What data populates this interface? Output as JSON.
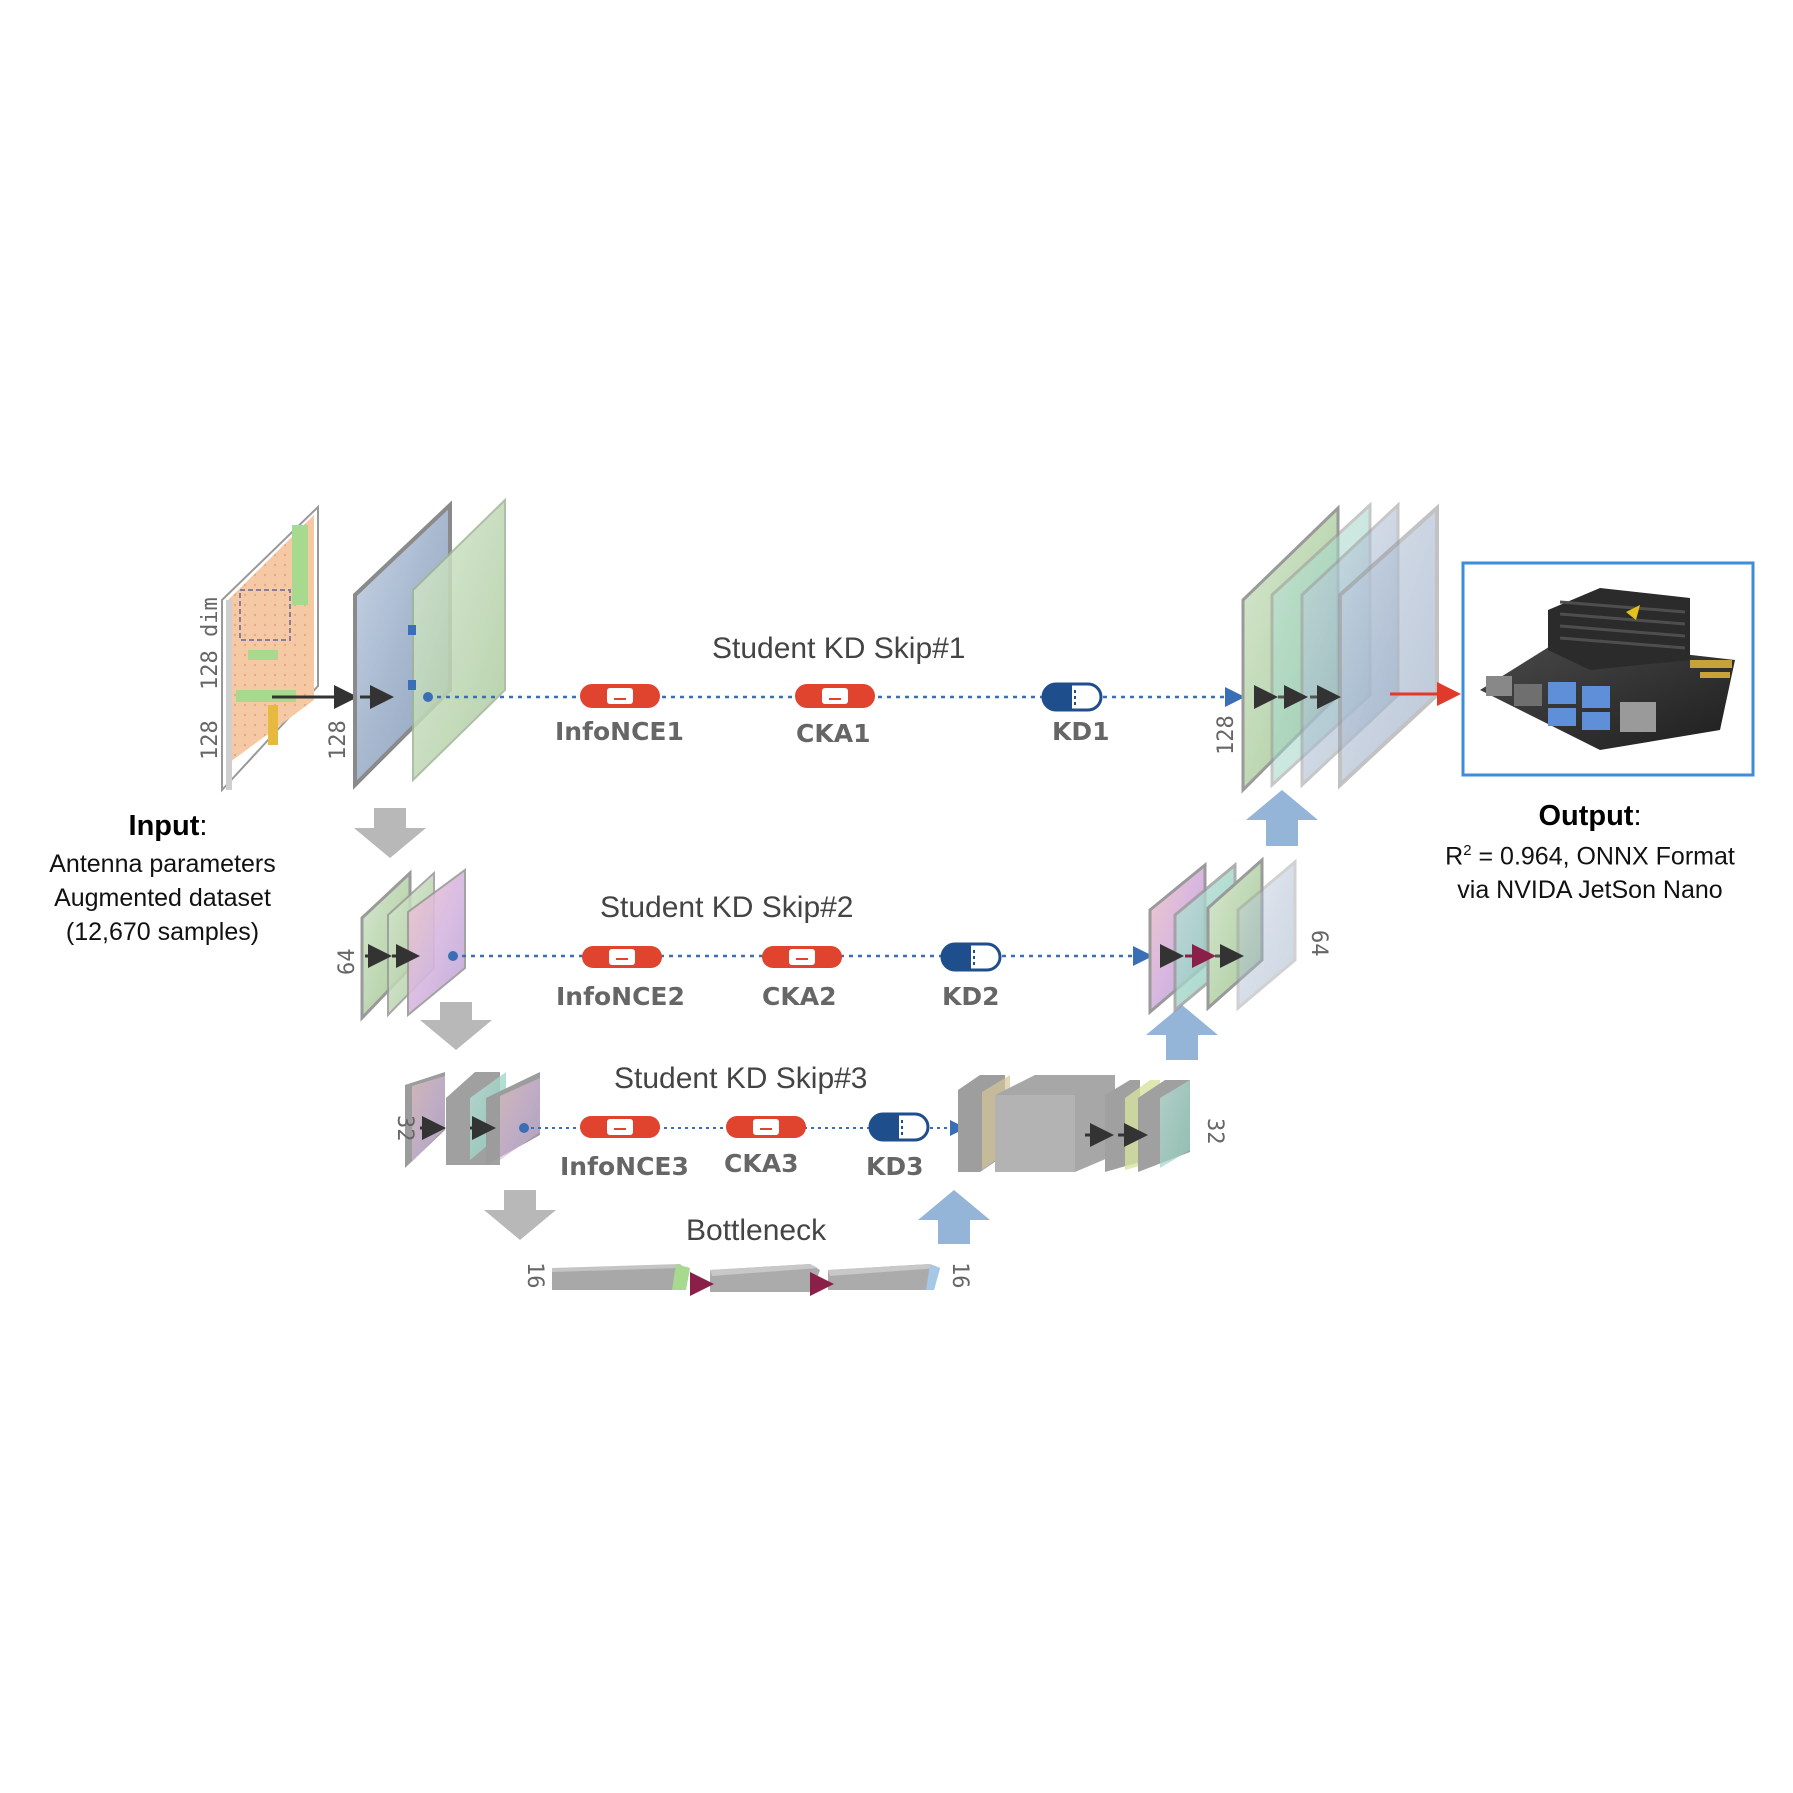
{
  "input": {
    "title": "Input",
    "lines": [
      "Antenna parameters",
      "Augmented  dataset",
      "(12,670 samples)"
    ]
  },
  "output": {
    "title": "Output",
    "line1_prefix": "R",
    "line1_sup": "2",
    "line1_rest": " =  0.964, ONNX Format",
    "line2": "via NVIDA JetSon Nano"
  },
  "skips": [
    {
      "title": "Student KD Skip#1",
      "losses": [
        "InfoNCE1",
        "CKA1",
        "KD1"
      ]
    },
    {
      "title": "Student KD Skip#2",
      "losses": [
        "InfoNCE2",
        "CKA2",
        "KD2"
      ]
    },
    {
      "title": "Student KD Skip#3",
      "losses": [
        "InfoNCE3",
        "CKA3",
        "KD3"
      ]
    }
  ],
  "bottleneck": {
    "title": "Bottleneck"
  },
  "dims": {
    "input_dim": "128 dim",
    "enc1": "128",
    "dec1": "128",
    "enc2": "64",
    "dec2": "64",
    "enc3": "32",
    "dec3": "32",
    "bneck_in": "16",
    "bneck_out": "16"
  },
  "colors": {
    "loss_red": "#e0442f",
    "kd_blue": "#1f4e8c",
    "skip_dotted": "#3a6fb5",
    "down_arrow": "#b8b8b8",
    "up_arrow": "#94b4d8",
    "output_frame": "#3d8ddb",
    "output_arrow": "#e03b2a",
    "bneck_arrow": "#8a1f4a"
  }
}
